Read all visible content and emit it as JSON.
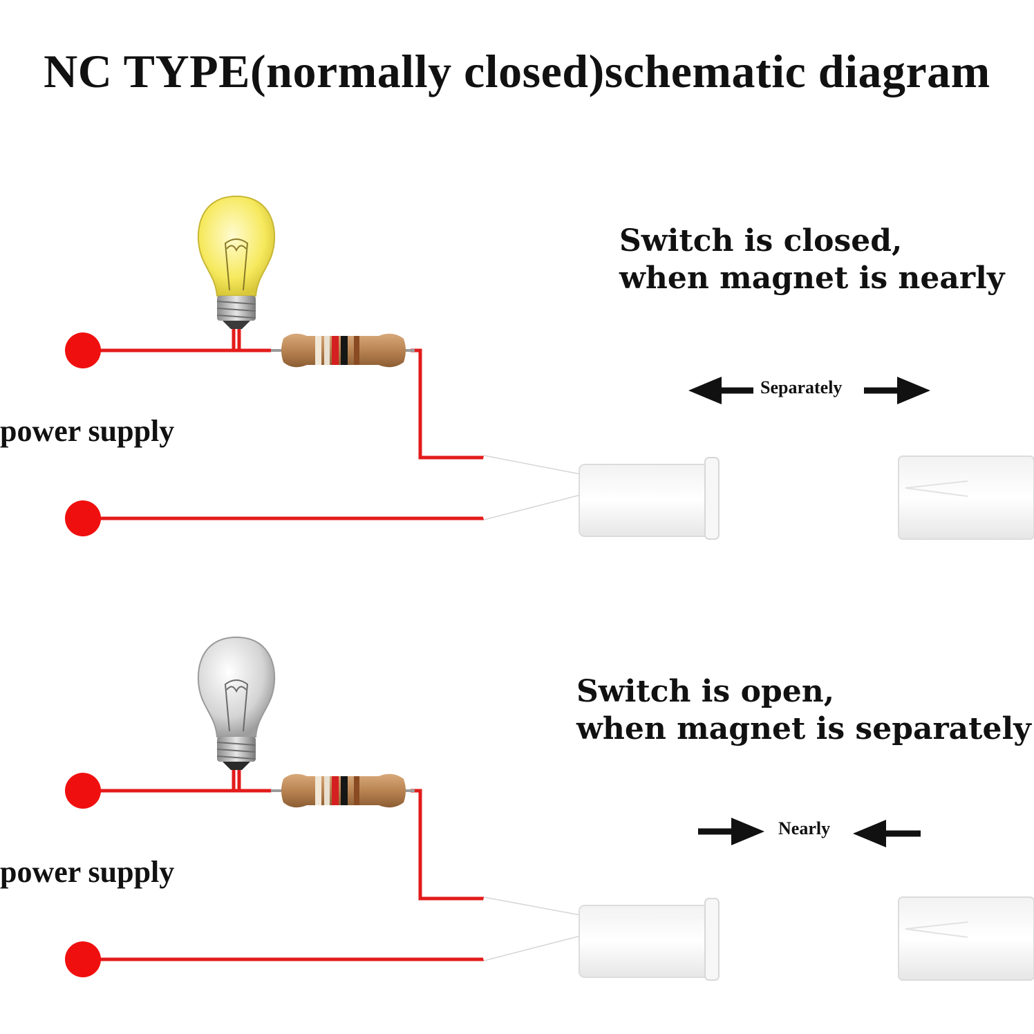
{
  "title": "NC TYPE(normally closed)schematic diagram",
  "colors": {
    "wire": "#e31b1b",
    "terminal": "#f00f0f",
    "bulb_lit": "#f7ec6a",
    "bulb_off": "#c9c9c9",
    "resistor": "#b98552"
  },
  "top": {
    "caption_line1": "Switch is closed,",
    "caption_line2": "when magnet is nearly",
    "arrow_label": "Separately",
    "power_label": "power supply",
    "bulb_state": "lit"
  },
  "bottom": {
    "caption_line1": "Switch is open,",
    "caption_line2": "when magnet is separately",
    "arrow_label": "Nearly",
    "power_label": "power supply",
    "bulb_state": "off"
  }
}
